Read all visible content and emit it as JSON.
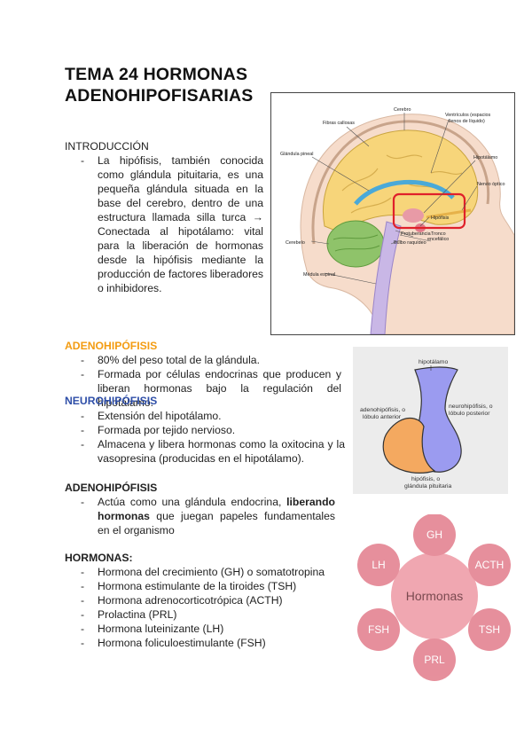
{
  "title": {
    "line1": "TEMA 24 HORMONAS",
    "line2": "ADENOHIPOFISARIAS"
  },
  "intro": {
    "heading": "INTRODUCCIÓN",
    "bullet": "La hipófisis, también conocida como glándula pituitaria, es una pequeña glándula situada en la base del cerebro, dentro de una estructura llamada silla turca → Conectada al hipotálamo: vital para la liberación de hormonas desde la hipófisis mediante la producción de factores liberadores o inhibidores."
  },
  "brain_figure": {
    "labels": {
      "cerebro": "Cerebro",
      "fibras": "Fibras callosas",
      "ventriculos1": "Ventrículos (espacios",
      "ventriculos2": "llenos de líquido)",
      "pineal": "Glándula pineal",
      "hipotalamo": "Hipotálamo",
      "nervio": "Nervio óptico",
      "hipofisis": "Hipófisis",
      "protuberancia": "Protuberancia",
      "tronco1": "Tronco",
      "tronco2": "encefálico",
      "bulbo": "Bulbo raquídeo",
      "cerebelo": "Cerebelo",
      "medula": "Médula espinal"
    },
    "highlight_color": "#e0202a"
  },
  "adeno1": {
    "heading": "ADENOHIPÓFISIS",
    "color": "#f39c12",
    "bullets": [
      "80% del peso total de la glándula.",
      "Formada por células endocrinas que producen y liberan hormonas bajo la regulación del hipotálamo."
    ]
  },
  "neuro": {
    "heading": "NEUROHIPÓFISIS",
    "color": "#2f4fa8",
    "bullets": [
      "Extensión del hipotálamo.",
      "Formada por tejido nervioso.",
      "Almacena y libera hormonas como la oxitocina y la vasopresina (producidas en el hipotálamo)."
    ]
  },
  "pituitary_figure": {
    "hipotalamo": "hipotálamo",
    "adeno1": "adenohipófisis, o",
    "adeno2": "lóbulo anterior",
    "neuro1": "neurohipófisis, o",
    "neuro2": "lóbulo posterior",
    "bottom1": "hipófisis, o",
    "bottom2": "glándula pituitaria",
    "adeno_color": "#f4a960",
    "neuro_color": "#9b9bf0"
  },
  "adeno2": {
    "heading": "ADENOHIPÓFISIS",
    "bullet_pre": "Actúa como una glándula endocrina,",
    "bullet_bold": "liberando hormonas",
    "bullet_post": "que juegan papeles fundamentales en el organismo"
  },
  "hormonas": {
    "heading": "HORMONAS:",
    "items": [
      "Hormona del crecimiento (GH) o somatotropina",
      "Hormona estimulante de la tiroides (TSH)",
      "Hormona adrenocorticotrópica (ACTH)",
      "Prolactina (PRL)",
      "Hormona luteinizante (LH)",
      "Hormona foliculoestimulante (FSH)"
    ]
  },
  "hormone_diagram": {
    "center": "Hormonas",
    "nodes": [
      "GH",
      "ACTH",
      "TSH",
      "PRL",
      "FSH",
      "LH"
    ],
    "center_color": "#f0a3ad",
    "node_color": "#e58a97",
    "text_color": "#ffffff"
  }
}
